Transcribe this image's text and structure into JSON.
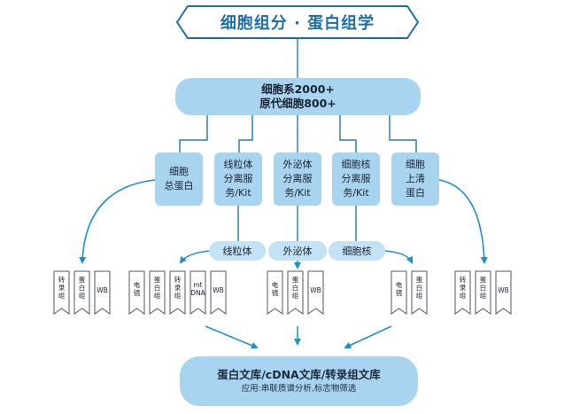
{
  "title": "细胞组分 · 蛋白组学",
  "top_node": {
    "line1": "细胞系2000+",
    "line2": "原代细胞800+"
  },
  "mid_nodes": [
    {
      "lines": [
        "细胞",
        "总蛋白"
      ]
    },
    {
      "lines": [
        "线粒体",
        "分离服",
        "务/Kit"
      ]
    },
    {
      "lines": [
        "外泌体",
        "分离服",
        "务/Kit"
      ]
    },
    {
      "lines": [
        "细胞核",
        "分离服",
        "务/Kit"
      ]
    },
    {
      "lines": [
        "细胞",
        "上清",
        "蛋白"
      ]
    }
  ],
  "fractions": [
    "线粒体",
    "外泌体",
    "细胞核"
  ],
  "tag_groups": [
    [
      [
        "转",
        "录",
        "组"
      ],
      [
        "蛋",
        "白",
        "组"
      ],
      [
        "WB"
      ]
    ],
    [
      [
        "电",
        "镜"
      ],
      [
        "蛋",
        "白",
        "组"
      ],
      [
        "转",
        "录",
        "组"
      ],
      [
        "mt",
        "DNA"
      ],
      [
        "WB"
      ]
    ],
    [
      [
        "电",
        "镜"
      ],
      [
        "蛋",
        "白",
        "组"
      ],
      [
        "WB"
      ]
    ],
    [
      [
        "电",
        "镜"
      ],
      [
        "蛋",
        "白",
        "组"
      ]
    ],
    [
      [
        "转",
        "录",
        "组"
      ],
      [
        "蛋",
        "白",
        "组"
      ],
      [
        "WB"
      ]
    ]
  ],
  "bottom_node": {
    "line1": "蛋白文库/cDNA文库/转录组文库",
    "line2": "应用:串联质谱分析,标志物筛选"
  },
  "colors": {
    "accent": "#1e6fa8",
    "box": "#a9d4f0",
    "pill": "#c4e2f6",
    "tag_stroke": "#555555"
  }
}
